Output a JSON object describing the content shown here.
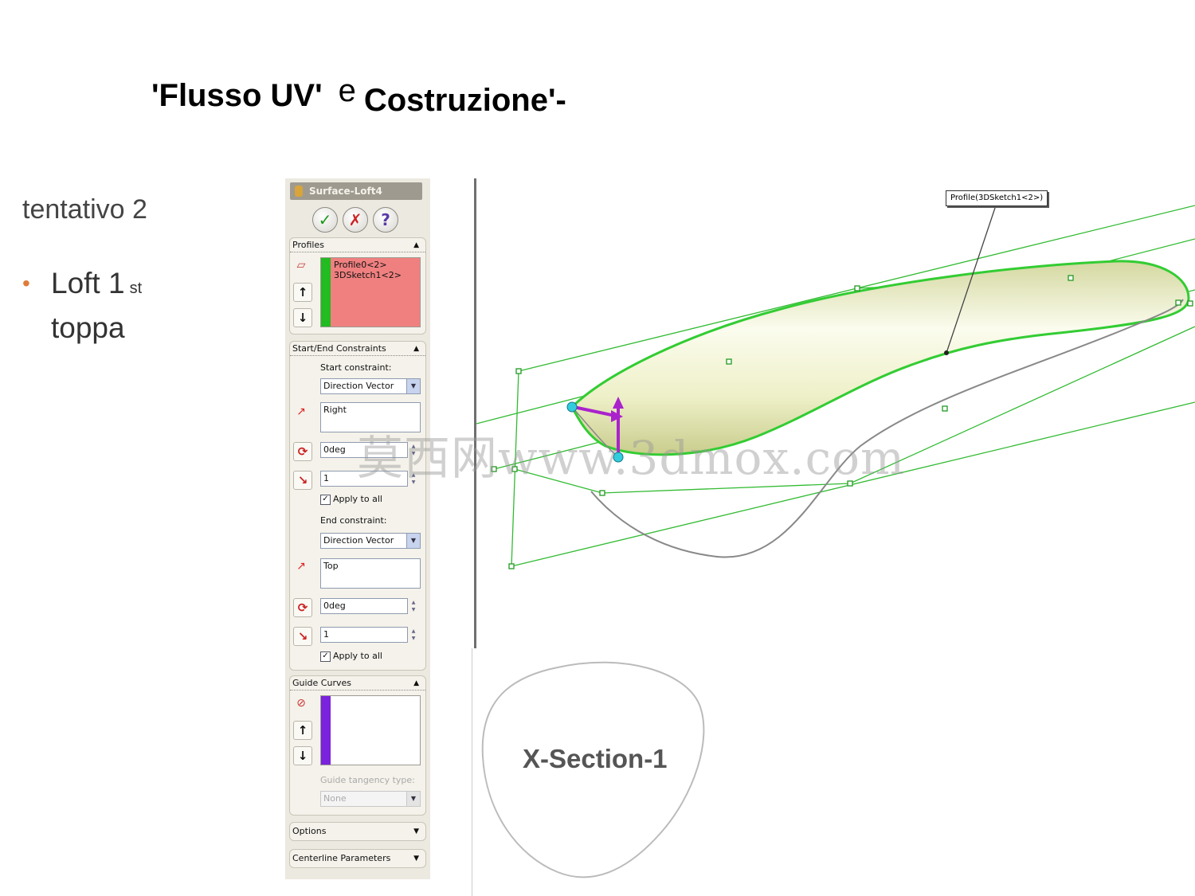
{
  "slide": {
    "title_part1": "'Flusso UV'",
    "title_part2": "e",
    "title_part3": "Costruzione'-",
    "subtitle": "tentativo 2",
    "bullet_main": "Loft 1",
    "bullet_sup": "st",
    "bullet_line2": "toppa"
  },
  "property_manager": {
    "title": "Surface-Loft4",
    "ok_label": "✓",
    "cancel_label": "✗",
    "help_label": "?",
    "profiles": {
      "header": "Profiles",
      "items": [
        "Profile0<2>",
        "3DSketch1<2>"
      ],
      "list_color": "#f08080",
      "bar_color": "#22bb22"
    },
    "constraints": {
      "header": "Start/End Constraints",
      "start_label": "Start constraint:",
      "start_value": "Direction Vector",
      "start_vector": "Right",
      "start_angle": "0deg",
      "start_length": "1",
      "start_apply_label": "Apply to all",
      "end_label": "End constraint:",
      "end_value": "Direction Vector",
      "end_vector": "Top",
      "end_angle": "0deg",
      "end_length": "1",
      "end_apply_label": "Apply to all"
    },
    "guide_curves": {
      "header": "Guide Curves",
      "bar_color": "#7a22dd",
      "tangency_label": "Guide tangency type:",
      "tangency_value": "None"
    },
    "options_header": "Options",
    "centerline_header": "Centerline Parameters"
  },
  "viewport": {
    "callout": "Profile(3DSketch1<2>)",
    "xsection_label": "X-Section-1",
    "watermark": "莫西网www.3dmox.com",
    "surface_color": "#eef0c8",
    "outline_color": "#33cc33"
  }
}
